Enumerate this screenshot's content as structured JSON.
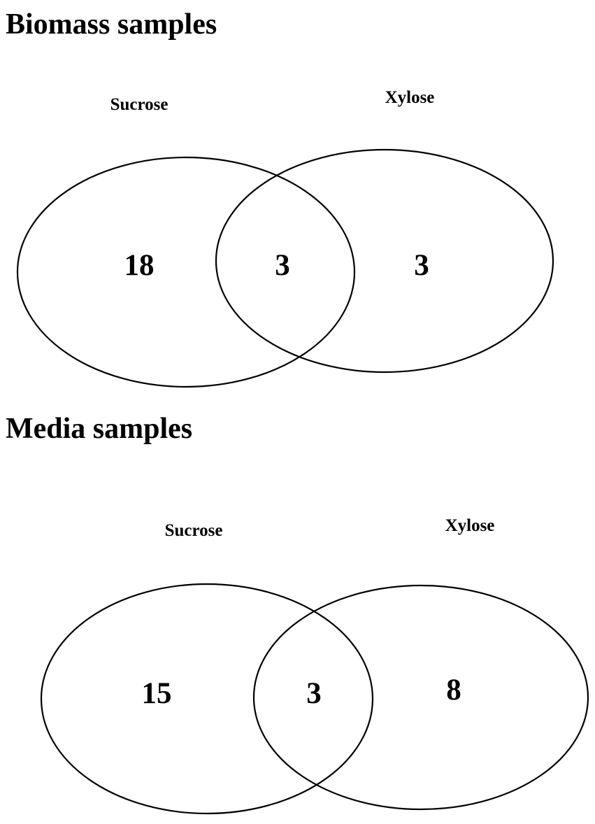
{
  "diagrams": [
    {
      "title": "Biomass samples",
      "left_set": "Sucrose",
      "right_set": "Xylose",
      "left_only": "18",
      "overlap": "3",
      "right_only": "3"
    },
    {
      "title": "Media samples",
      "left_set": "Sucrose",
      "right_set": "Xylose",
      "left_only": "15",
      "overlap": "3",
      "right_only": "8"
    }
  ]
}
